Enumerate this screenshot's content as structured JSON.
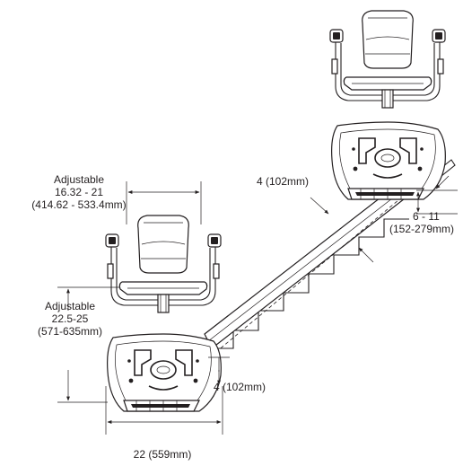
{
  "labels": {
    "seat_width": {
      "line1": "Adjustable",
      "line2": "16.32 - 21",
      "line3": "(414.62 - 533.4mm)"
    },
    "seat_height": {
      "line1": "Adjustable",
      "line2": "22.5-25",
      "line3": "(571-635mm)"
    },
    "rail_top": "4 (102mm)",
    "rail_bottom": "4 (102mm)",
    "step_rise": {
      "line1": "6 - 11",
      "line2": "(152-279mm)"
    },
    "overall_width": "22 (559mm)"
  },
  "colors": {
    "line": "#231f20",
    "background": "#ffffff"
  }
}
